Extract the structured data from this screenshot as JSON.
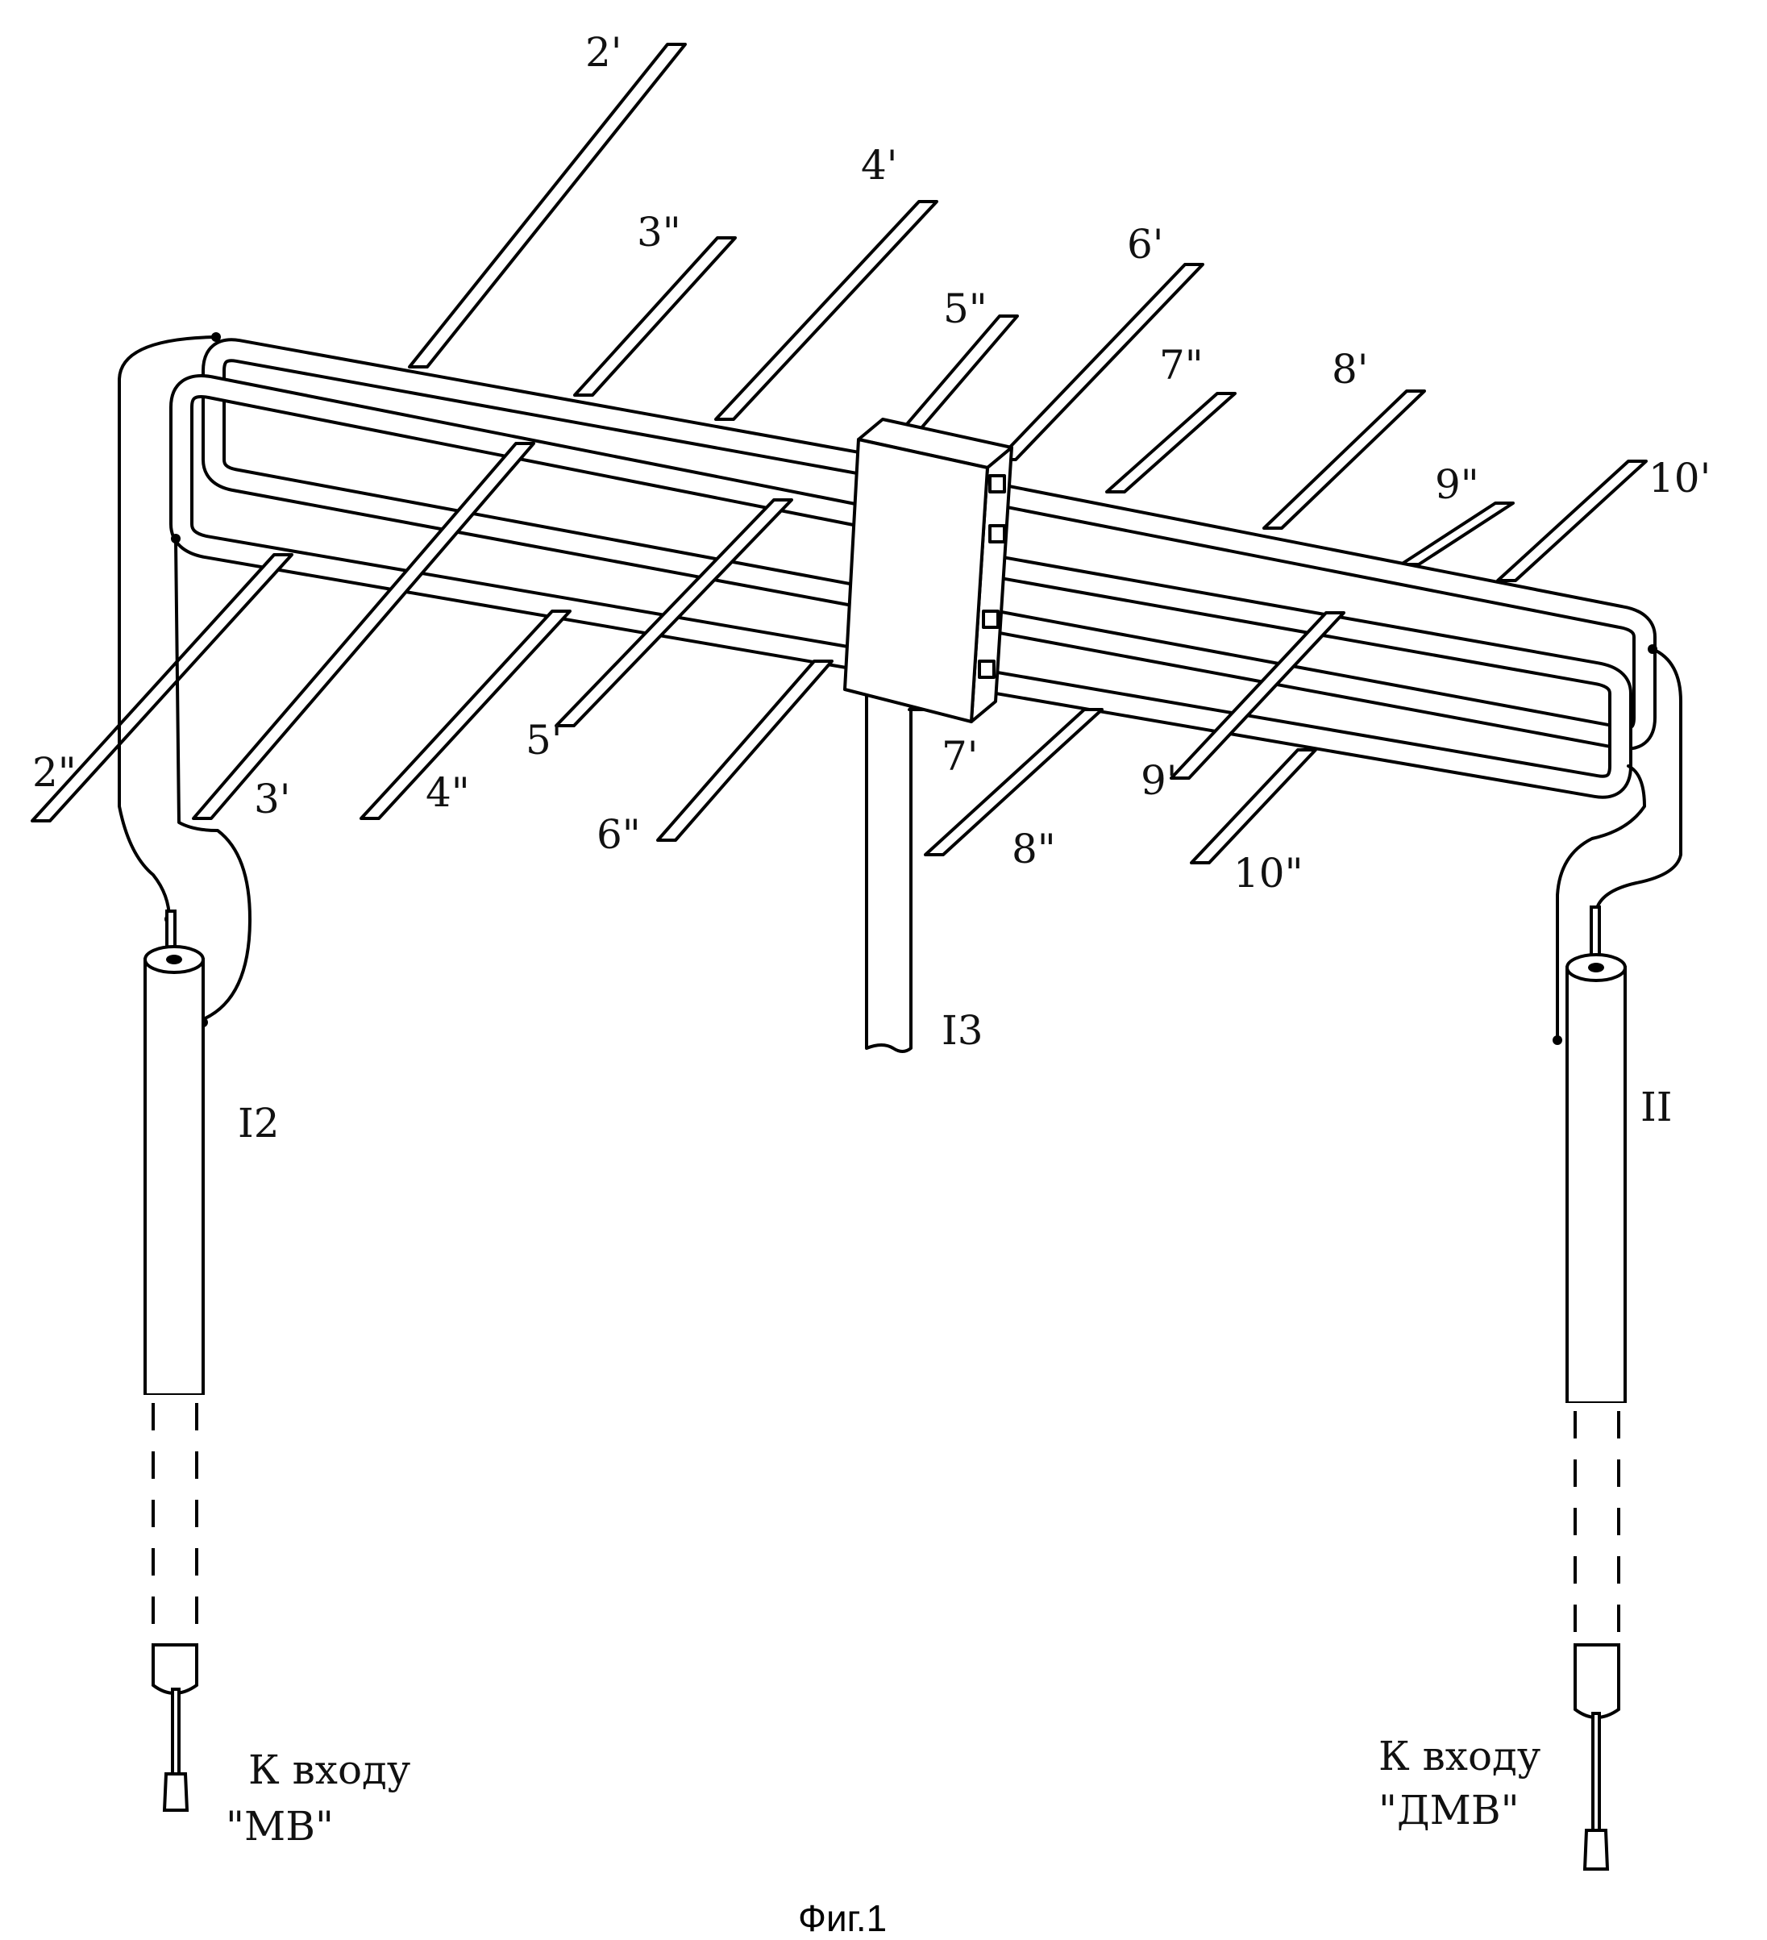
{
  "labels": {
    "2p": "2'",
    "2pp": "2\"",
    "3p": "3'",
    "3pp": "3\"",
    "4p": "4'",
    "4pp": "4\"",
    "5p": "5'",
    "5pp": "5\"",
    "6p": "6'",
    "6pp": "6\"",
    "7p": "7'",
    "7pp": "7\"",
    "8p": "8'",
    "8pp": "8\"",
    "9p": "9'",
    "9pp": "9\"",
    "10p": "10'",
    "10pp": "10\"",
    "cable_12": "I2",
    "cable_11": "II",
    "mast_13": "I3",
    "left_input_line1": "К входу",
    "left_input_line2": "\"МВ\"",
    "right_input_line1": "К входу",
    "right_input_line2": "\"ДМВ\""
  },
  "caption": "Фиг.1"
}
